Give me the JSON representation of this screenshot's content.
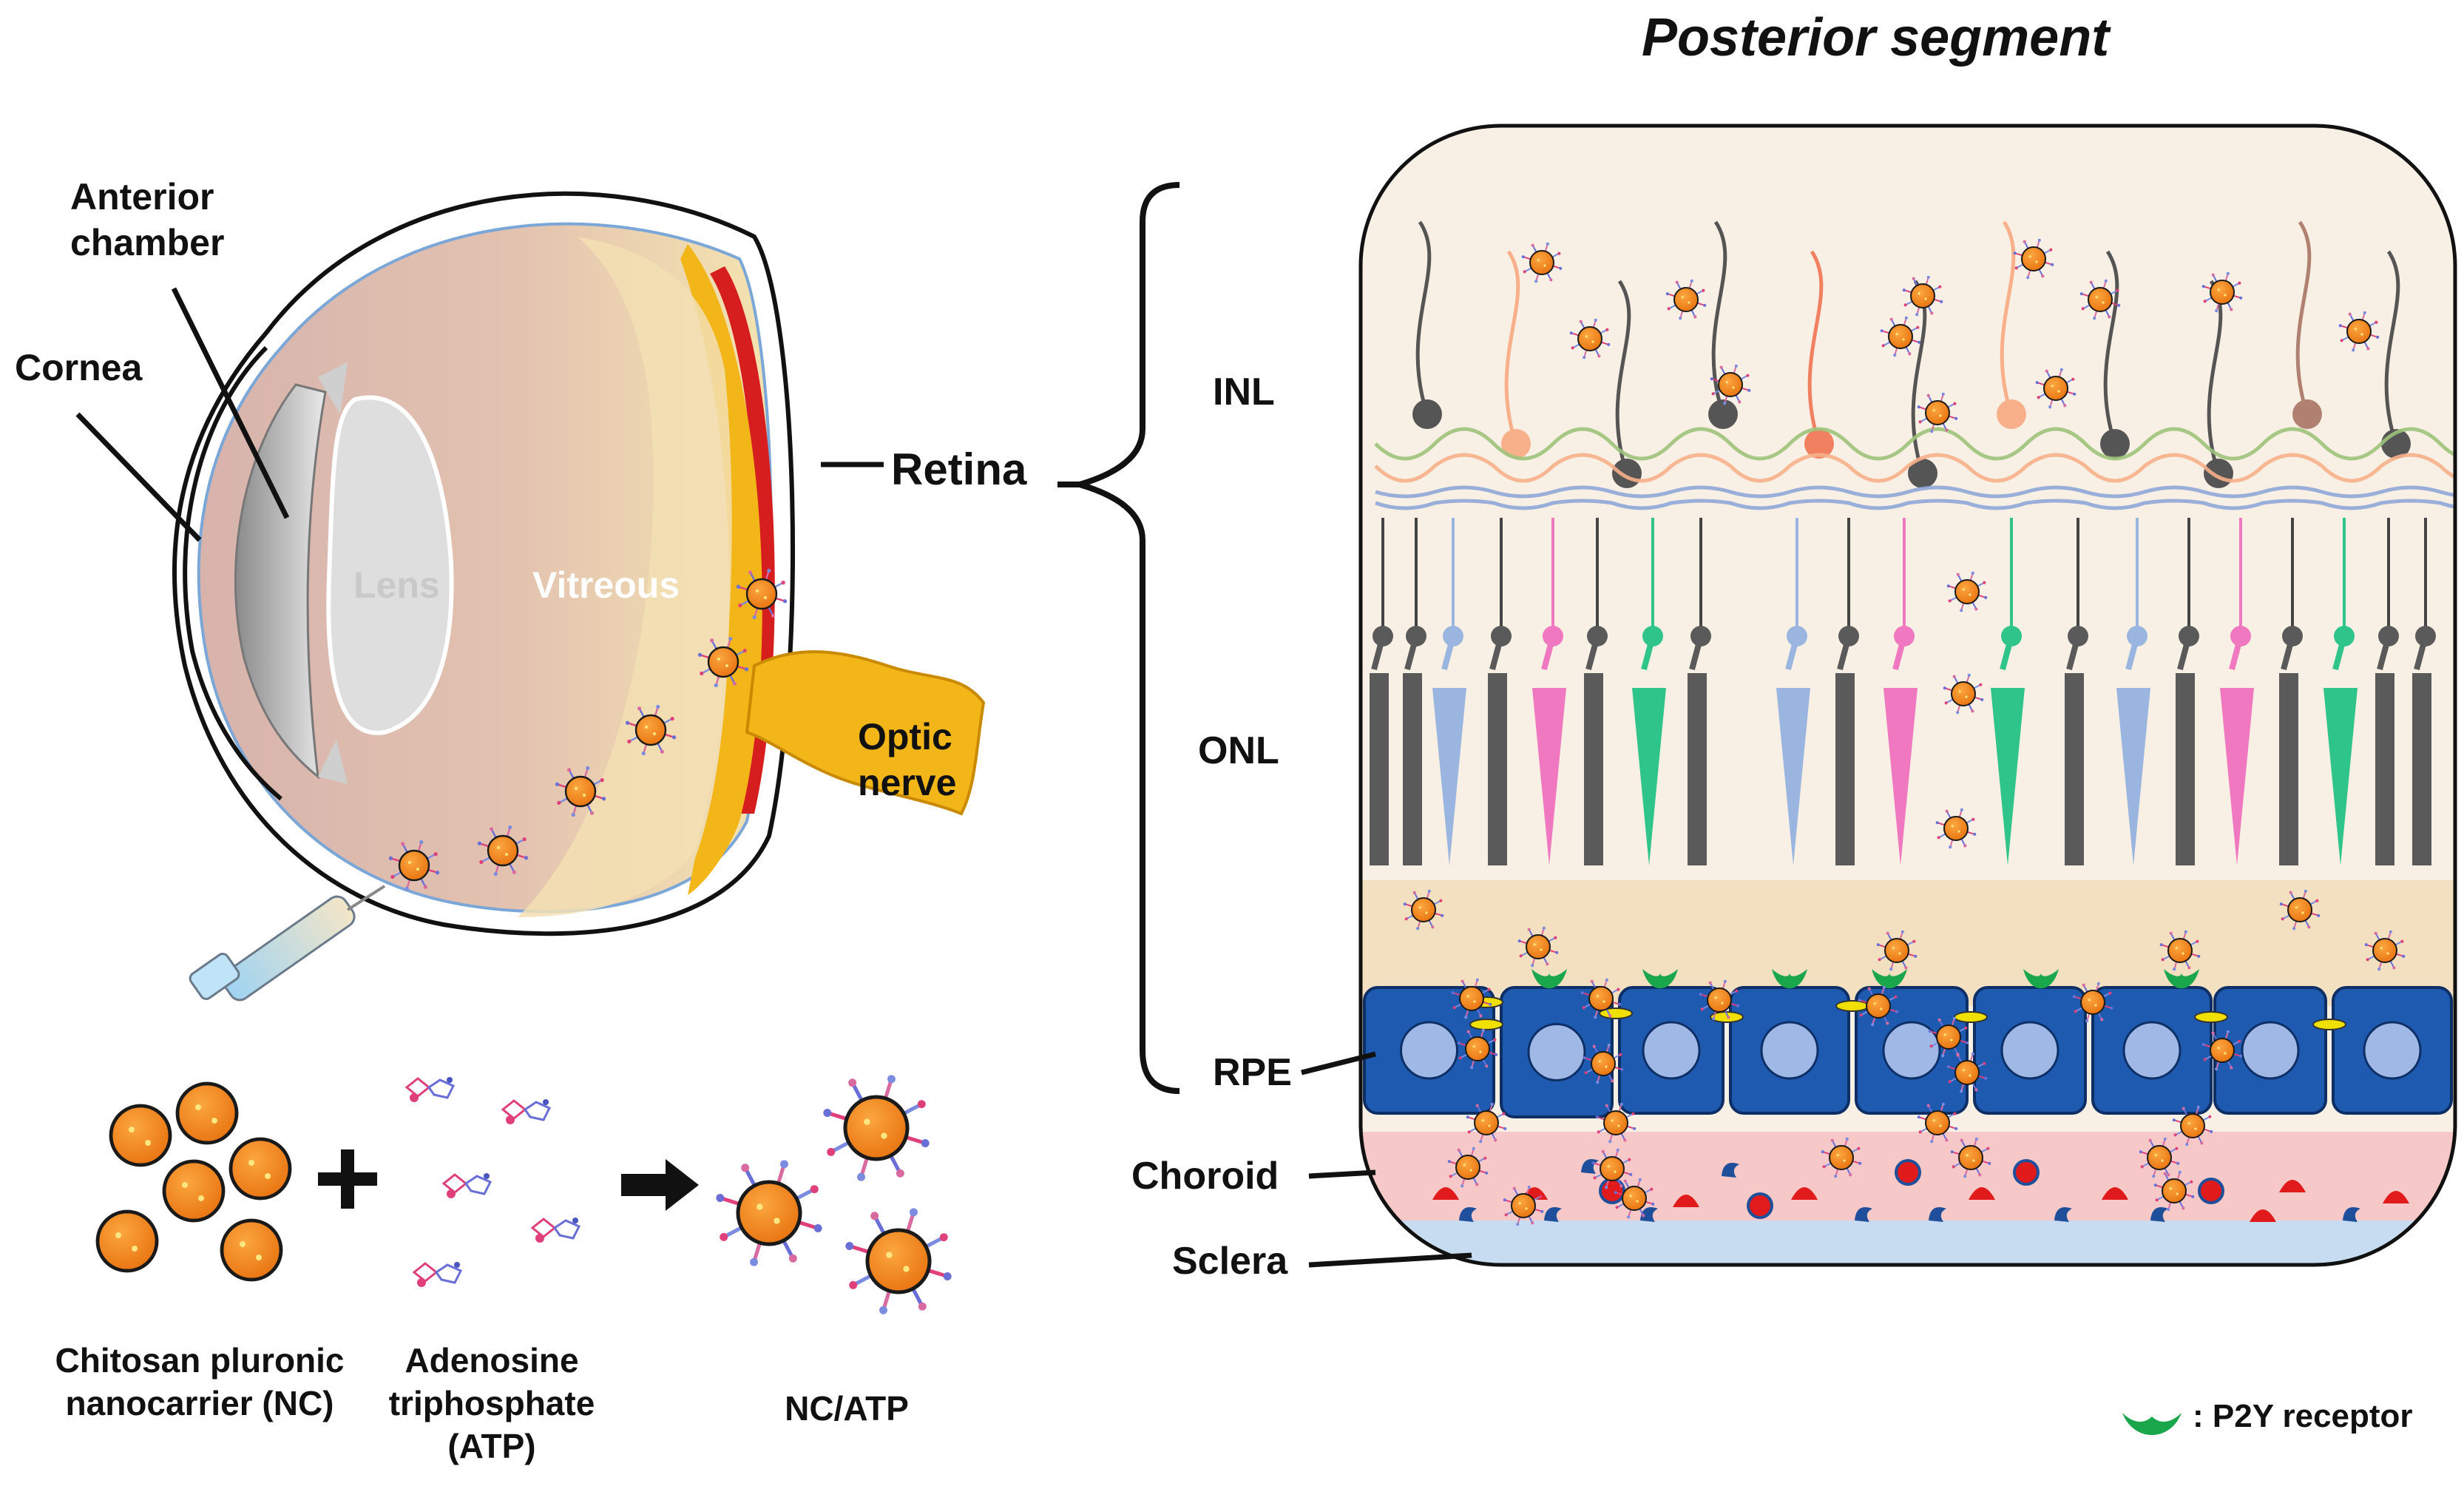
{
  "title": "Posterior segment",
  "eye": {
    "cornea": "Cornea",
    "anterior_chamber": "Anterior chamber",
    "lens": "Lens",
    "vitreous": "Vitreous",
    "retina": "Retina",
    "optic_nerve": "Optic nerve"
  },
  "layers": {
    "inl": "INL",
    "onl": "ONL",
    "rpe": "RPE",
    "choroid": "Choroid",
    "sclera": "Sclera"
  },
  "formulation": {
    "nc": "Chitosan pluronic nanocarrier (NC)",
    "atp": "Adenosine triphosphate (ATP)",
    "result": "NC/ATP"
  },
  "legend": {
    "receptor": ": P2Y receptor"
  },
  "colors": {
    "nanoparticle": "#f08a1c",
    "rpe_cell": "#1e5bb0",
    "receptor": "#1aa64b",
    "optic_nerve": "#f2b619",
    "choroid": "#f6c9c8",
    "sclera": "#c8dcf1"
  }
}
